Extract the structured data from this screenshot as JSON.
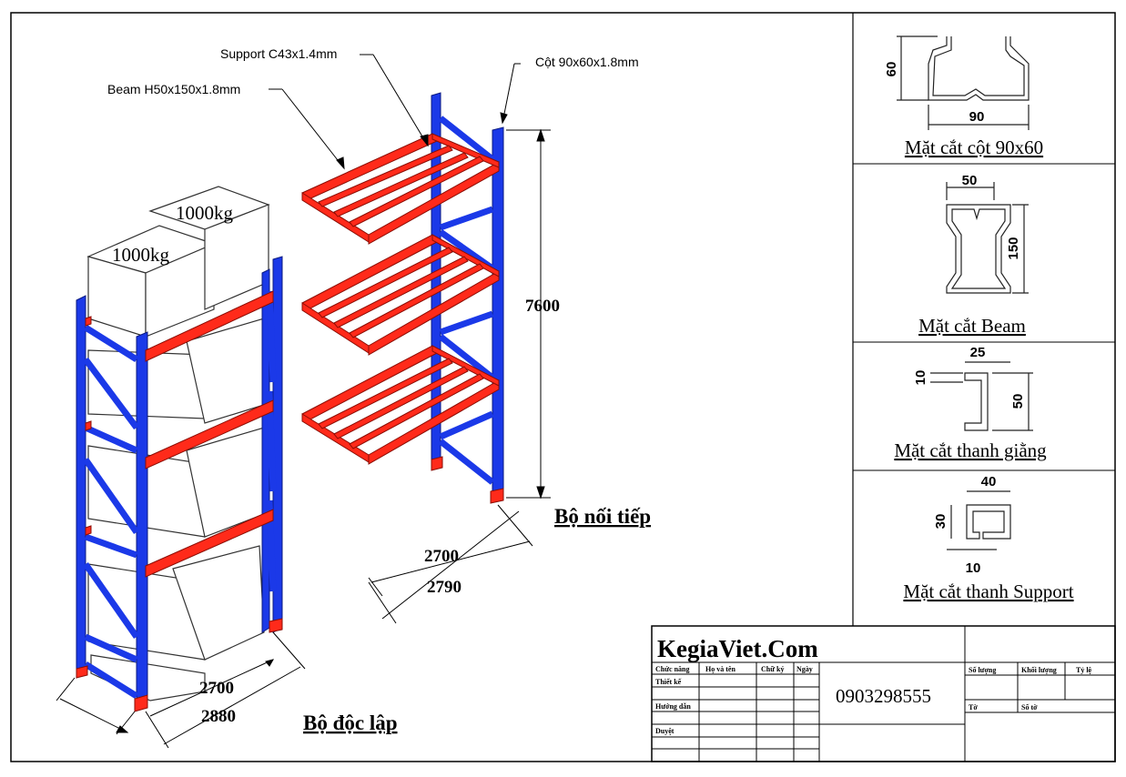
{
  "drawing": {
    "labels": {
      "support": "Support C43x1.4mm",
      "beam": "Beam H50x150x1.8mm",
      "column": "Cột 90x60x1.8mm"
    },
    "load_labels": [
      "1000kg",
      "1000kg"
    ],
    "independent_set": {
      "title": "Bộ độc lập",
      "dim_inner": "2700",
      "dim_outer": "2880"
    },
    "serial_set": {
      "title": "Bộ nối tiếp",
      "height": "7600",
      "dim_inner": "2700",
      "dim_outer": "2790"
    },
    "colors": {
      "frame": "#1b39e8",
      "beam": "#ff2a1a",
      "outline": "#000000"
    }
  },
  "sections": [
    {
      "title": "Mặt cắt cột 90x60",
      "dims": [
        "60",
        "90"
      ]
    },
    {
      "title": "Mặt cắt Beam",
      "dims": [
        "50",
        "150"
      ]
    },
    {
      "title": "Mặt cắt thanh giằng",
      "dims": [
        "25",
        "10",
        "50"
      ]
    },
    {
      "title": "Mặt cắt thanh Support",
      "dims": [
        "40",
        "30",
        "10"
      ]
    }
  ],
  "title_block": {
    "company": "KegiaViet.Com",
    "phone": "0903298555",
    "headers": [
      "Chức năng",
      "Họ và tên",
      "Chữ ký",
      "Ngày"
    ],
    "rows": [
      "Thiết kế",
      "Hướng dẫn",
      "Duyệt"
    ],
    "right_headers": [
      "Số lượng",
      "Khối lượng",
      "Tỷ lệ"
    ],
    "right_row": [
      "Tờ",
      "Số tờ"
    ]
  }
}
